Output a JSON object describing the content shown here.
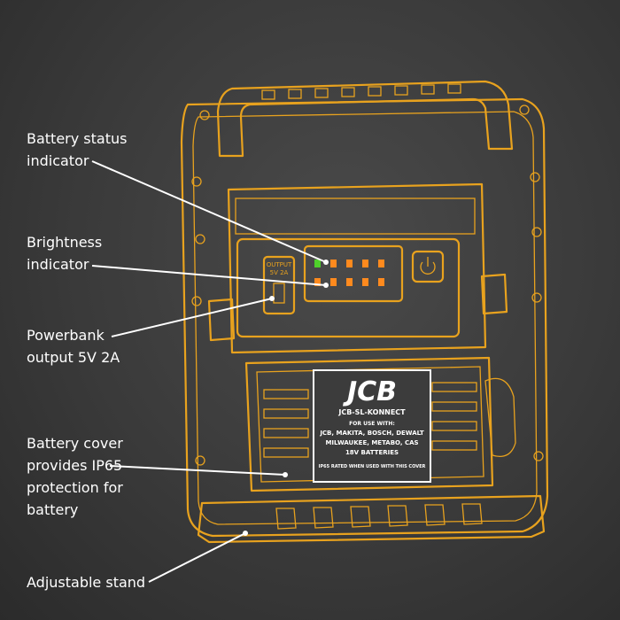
{
  "callouts": {
    "battery_status": [
      "Battery status",
      "indicator"
    ],
    "brightness": [
      "Brightness",
      "indicator"
    ],
    "powerbank": [
      "Powerbank",
      "output 5V 2A"
    ],
    "battery_cover": [
      "Battery cover",
      "provides IP65",
      "protection for",
      "battery"
    ],
    "stand": [
      "Adjustable stand"
    ]
  },
  "plate": {
    "logo": "JCB",
    "model": "JCB-SL-KONNECT",
    "for_use_with": "FOR USE WITH:",
    "brands_1": "JCB, MAKITA, BOSCH, DEWALT",
    "brands_2": "MILWAUKEE, METABO, CAS",
    "batteries": "18V BATTERIES",
    "ip_note": "IP65 RATED WHEN USED WITH THIS COVER"
  },
  "panel": {
    "output_label_1": "OUTPUT",
    "output_label_2": "5V 2A"
  },
  "colors": {
    "outline": "#e8a21e",
    "led_green": "#4fd12b",
    "led_orange": "#ff8a1e",
    "background": "#3a3a3a"
  }
}
